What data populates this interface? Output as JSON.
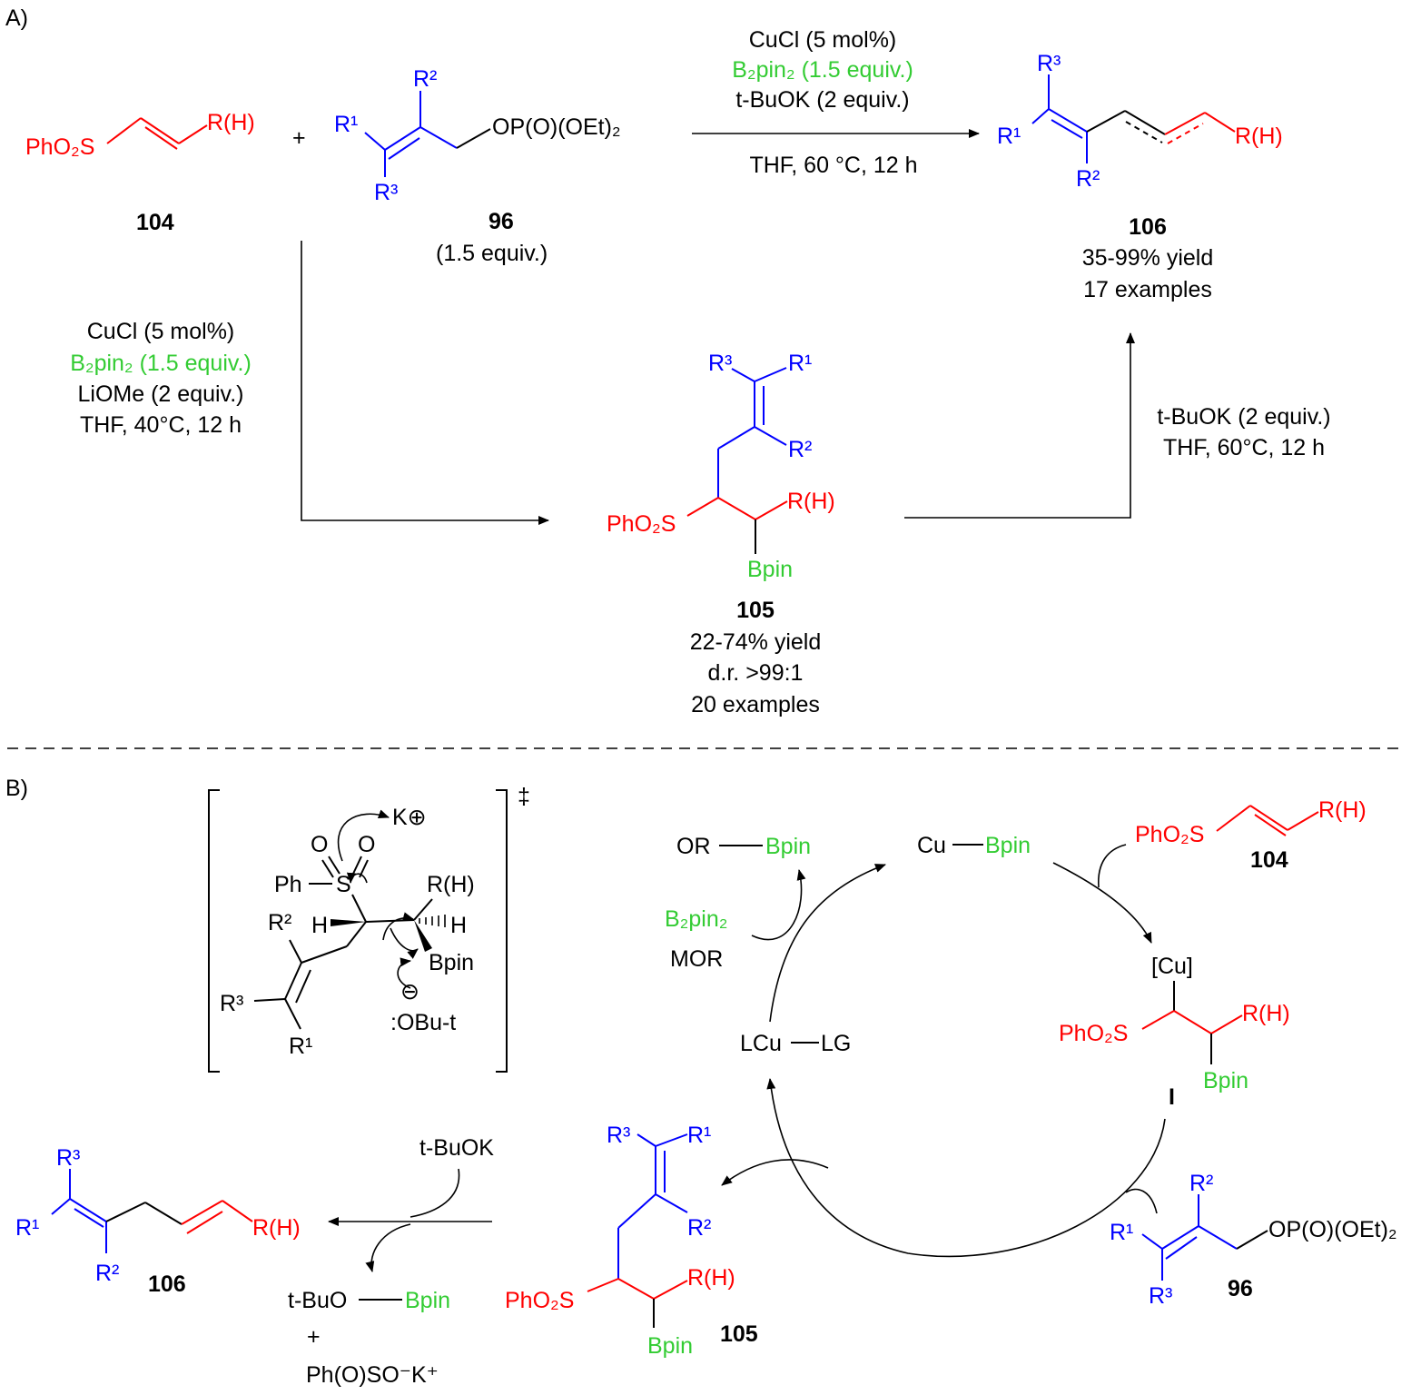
{
  "panels": {
    "a": "A)",
    "b": "B)"
  },
  "labels": {
    "phso2s": "PhO₂S",
    "rh": "R(H)",
    "r1": "R¹",
    "r2": "R²",
    "r3": "R³",
    "op": "OP(O)(OEt)₂",
    "bpin": "Bpin",
    "plus": "+",
    "ph": "Ph",
    "s": "S",
    "o": "O",
    "h": "H",
    "k_cation": "K⊕",
    "otbu": ":OBu-t",
    "minus": "⊖",
    "dagger": "‡",
    "cu_bpin_cu": "Cu",
    "or": "OR",
    "b2pin2": "B₂pin₂",
    "mor": "MOR",
    "cu_bracket": "[Cu]",
    "i": "I",
    "lcu": "LCu",
    "lg": "LG",
    "tbuok": "t-BuOK",
    "tbuo": "t-BuO",
    "plus2": "+",
    "byproduct": "Ph(O)SO⁻K⁺"
  },
  "compounds": {
    "c104": "104",
    "c96": "96",
    "c96_eq": "(1.5 equiv.)",
    "c106": "106",
    "c106_yield": "35-99% yield",
    "c106_examples": "17 examples",
    "c105": "105",
    "c105_yield": "22-74% yield",
    "c105_dr": "d.r. >99:1",
    "c105_examples": "20 examples"
  },
  "conditions": {
    "top": [
      "CuCl (5 mol%)",
      "B₂pin₂ (1.5 equiv.)",
      "t-BuOK (2 equiv.)",
      "THF, 60 °C, 12 h"
    ],
    "left": [
      "CuCl (5 mol%)",
      "B₂pin₂ (1.5 equiv.)",
      "LiOMe (2 equiv.)",
      "THF, 40°C, 12 h"
    ],
    "right": [
      "t-BuOK (2 equiv.)",
      "THF, 60°C, 12 h"
    ]
  },
  "colors": {
    "substrate": "#ff0000",
    "allyl": "#0000ff",
    "boron": "#33cc33",
    "text": "#000000"
  }
}
